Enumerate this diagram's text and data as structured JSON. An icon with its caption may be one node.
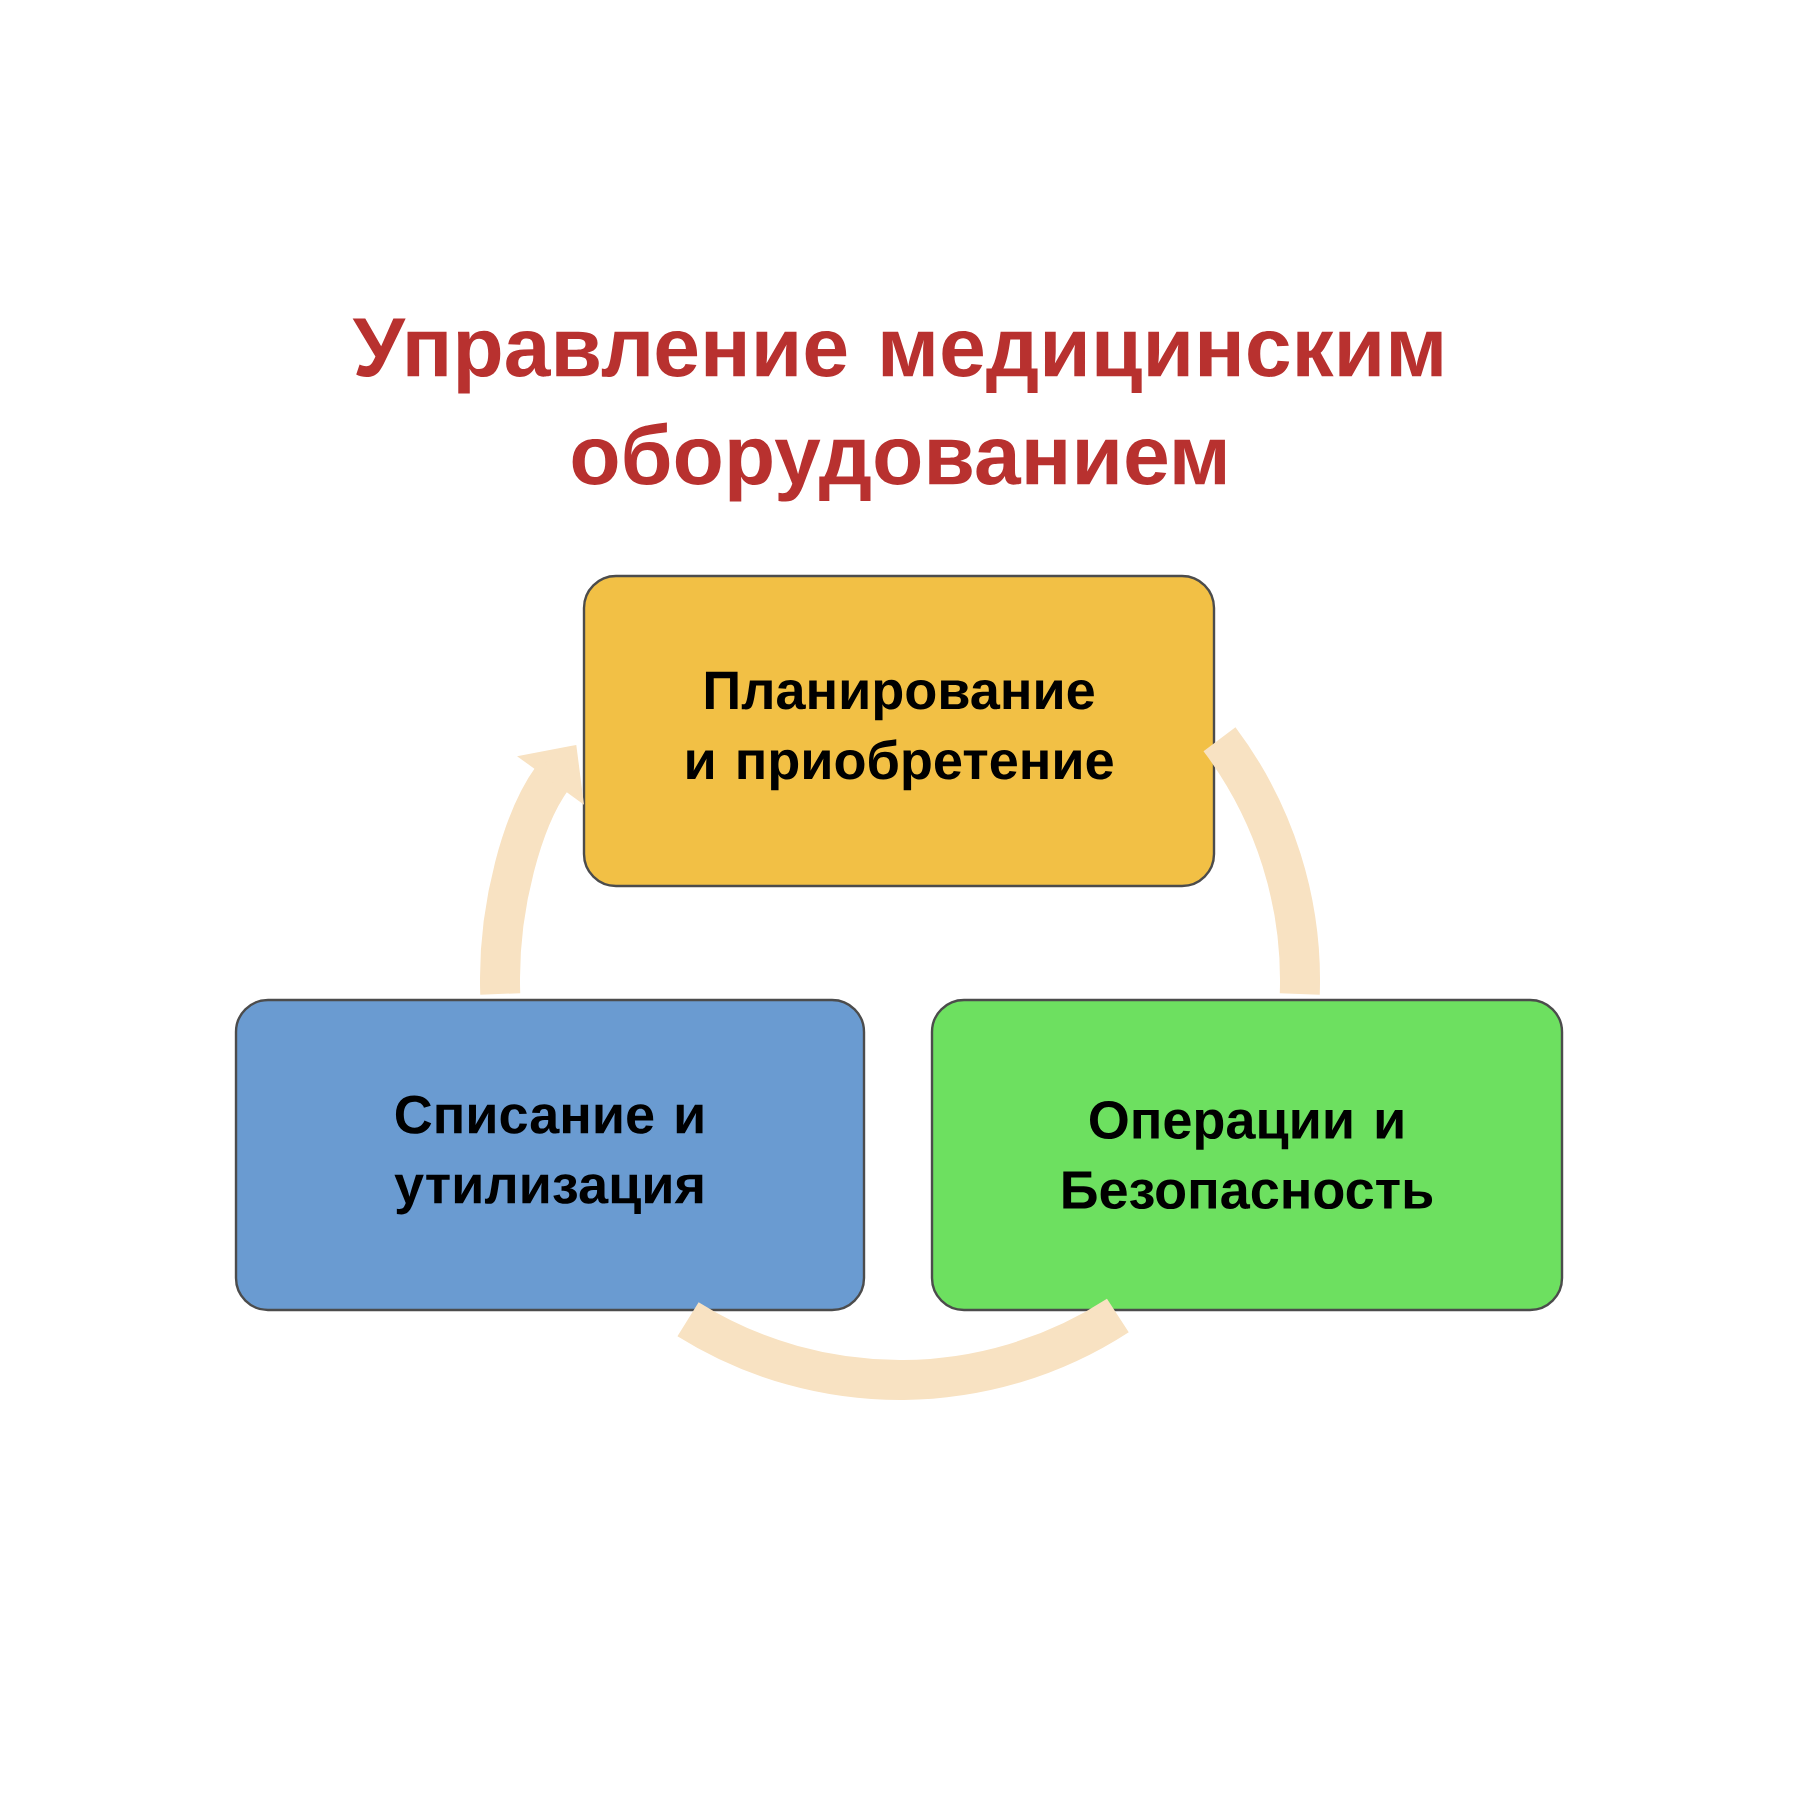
{
  "diagram": {
    "title": "Управление медицинским оборудованием",
    "nodes": [
      {
        "text": [
          "Планирование и приобретение"
        ]
      },
      {
        "text": [
          "Списание и утилизация"
        ]
      },
      {
        "text": [
          "Операции и Безопасность"
        ]
      }
    ],
    "edges": [
      {
        "from": 0,
        "to": 2,
        "arrow": "none"
      },
      {
        "from": 2,
        "to": 1,
        "arrow": "none"
      },
      {
        "from": 1,
        "to": 0,
        "arrow": "to"
      }
    ]
  }
}
